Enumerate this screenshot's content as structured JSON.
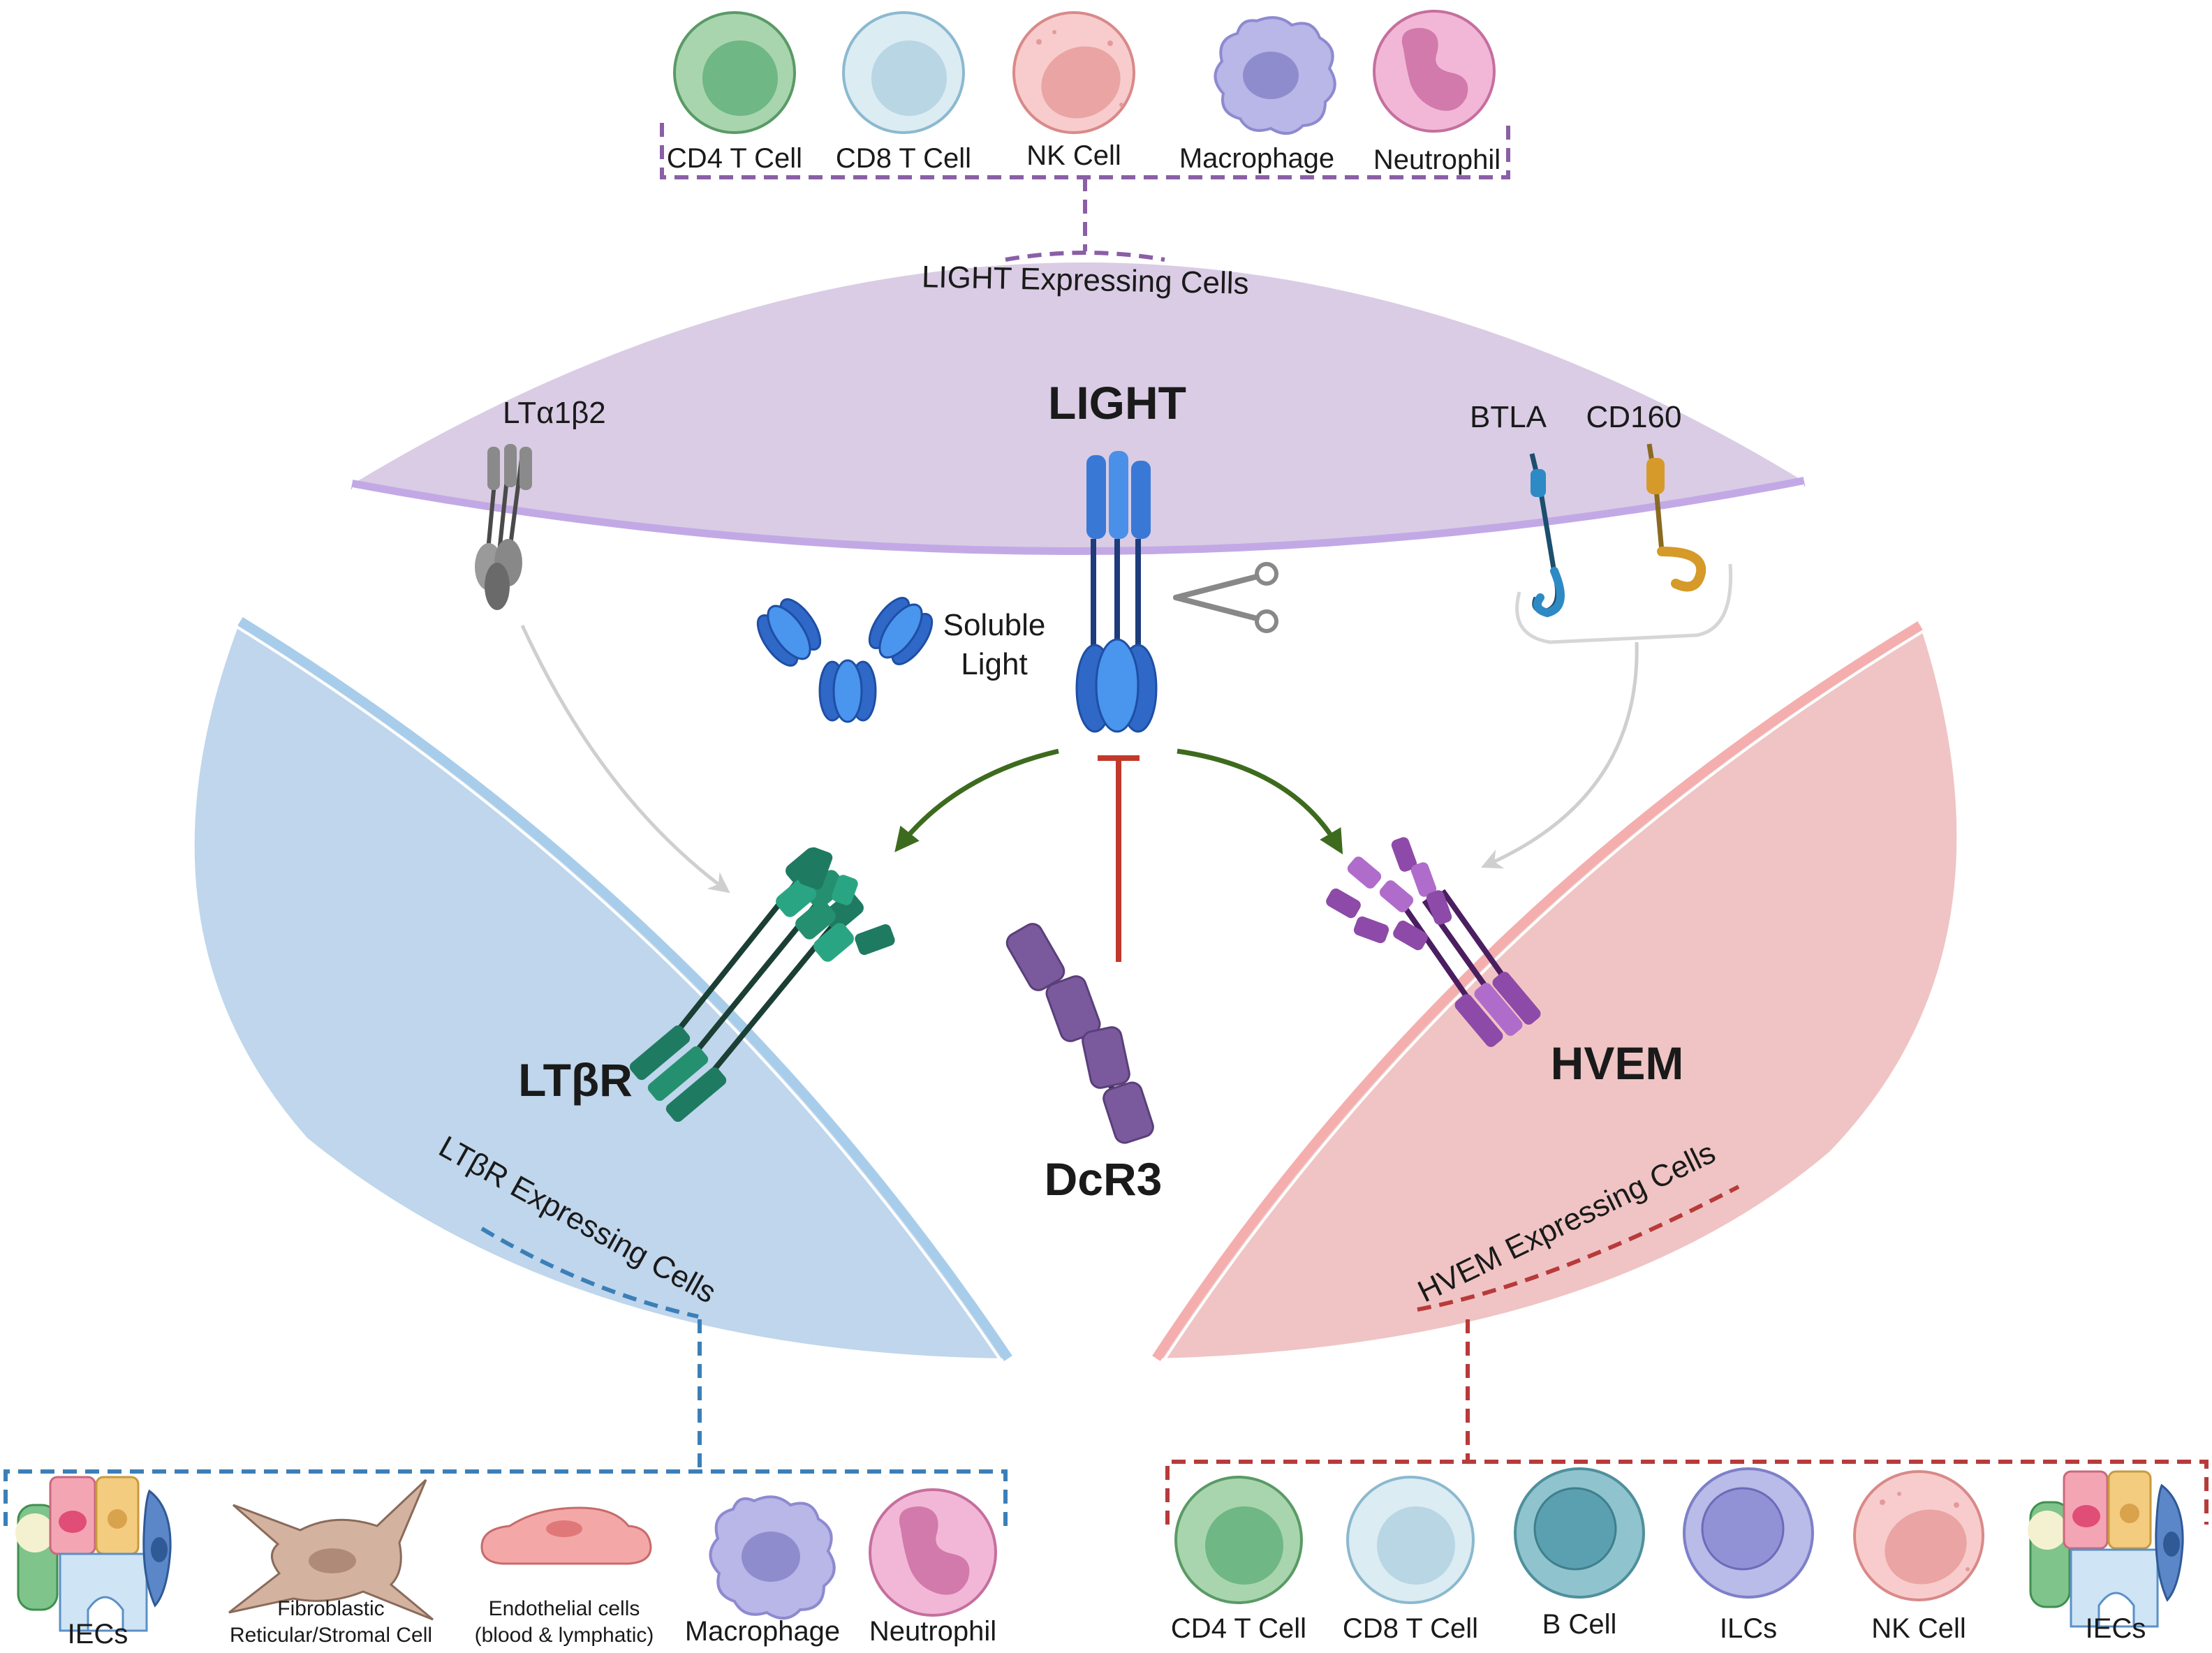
{
  "top_group": {
    "title": "LIGHT Expressing Cells",
    "cells": [
      {
        "label": "CD4 T Cell",
        "icon": "cd4-t-cell-icon",
        "fill": "#a8d5ae",
        "nucleus": "#6fb784",
        "stroke": "#5a9a66"
      },
      {
        "label": "CD8 T Cell",
        "icon": "cd8-t-cell-icon",
        "fill": "#dcecf3",
        "nucleus": "#b8d6e4",
        "stroke": "#8bb9cf"
      },
      {
        "label": "NK Cell",
        "icon": "nk-cell-icon",
        "fill": "#f8cccc",
        "nucleus": "#eaa4a4",
        "stroke": "#d98989"
      },
      {
        "label": "Macrophage",
        "icon": "macrophage-icon",
        "fill": "#b9b6e8",
        "nucleus": "#8f8ccd",
        "stroke": "#8e8ad0"
      },
      {
        "label": "Neutrophil",
        "icon": "neutrophil-icon",
        "fill": "#f2b7d6",
        "nucleus": "#d27aac",
        "stroke": "#c56f9e"
      }
    ],
    "bracket_color": "#8a5fa6"
  },
  "center": {
    "light_label": "LIGHT",
    "lta_label": "LTα1β2",
    "btla_label": "BTLA",
    "cd160_label": "CD160",
    "soluble_label_line1": "Soluble",
    "soluble_label_line2": "Light",
    "dcr3_label": "DcR3"
  },
  "left_group": {
    "receptor_label": "LTβR",
    "title": "LTβR Expressing Cells",
    "bracket_color": "#3b7fb8",
    "cells": [
      {
        "label": "IECs",
        "icon": "iecs-icon"
      },
      {
        "label": "Fibroblastic\nReticular/Stromal Cell",
        "line1": "Fibroblastic",
        "line2": "Reticular/Stromal Cell",
        "icon": "fibroblast-icon"
      },
      {
        "label": "Endothelial cells (blood & lymphatic)",
        "line1": "Endothelial cells",
        "line2": "(blood & lymphatic)",
        "icon": "endothelial-cell-icon"
      },
      {
        "label": "Macrophage",
        "icon": "macrophage-icon"
      },
      {
        "label": "Neutrophil",
        "icon": "neutrophil-icon"
      }
    ]
  },
  "right_group": {
    "receptor_label": "HVEM",
    "title": "HVEM Expressing Cells",
    "bracket_color": "#b83a3a",
    "cells": [
      {
        "label": "CD4 T Cell",
        "icon": "cd4-t-cell-icon"
      },
      {
        "label": "CD8 T Cell",
        "icon": "cd8-t-cell-icon"
      },
      {
        "label": "B Cell",
        "icon": "b-cell-icon"
      },
      {
        "label": "ILCs",
        "icon": "ilc-icon"
      },
      {
        "label": "NK Cell",
        "icon": "nk-cell-icon"
      },
      {
        "label": "IECs",
        "icon": "iecs-icon"
      }
    ]
  },
  "colors": {
    "light_membrane": "#d9cce4",
    "ltbr_membrane": "#bfd6ec",
    "hvem_membrane": "#f0c4c4",
    "light_protein": "#3a78d6",
    "ltbr_protein": "#1f7a62",
    "hvem_protein": "#8e4aa8",
    "dcr3_protein": "#7a5a9c",
    "activation_arrow": "#3d6b1e",
    "inhibition": "#c0392b",
    "grey_arrow": "#c8c8c8"
  }
}
